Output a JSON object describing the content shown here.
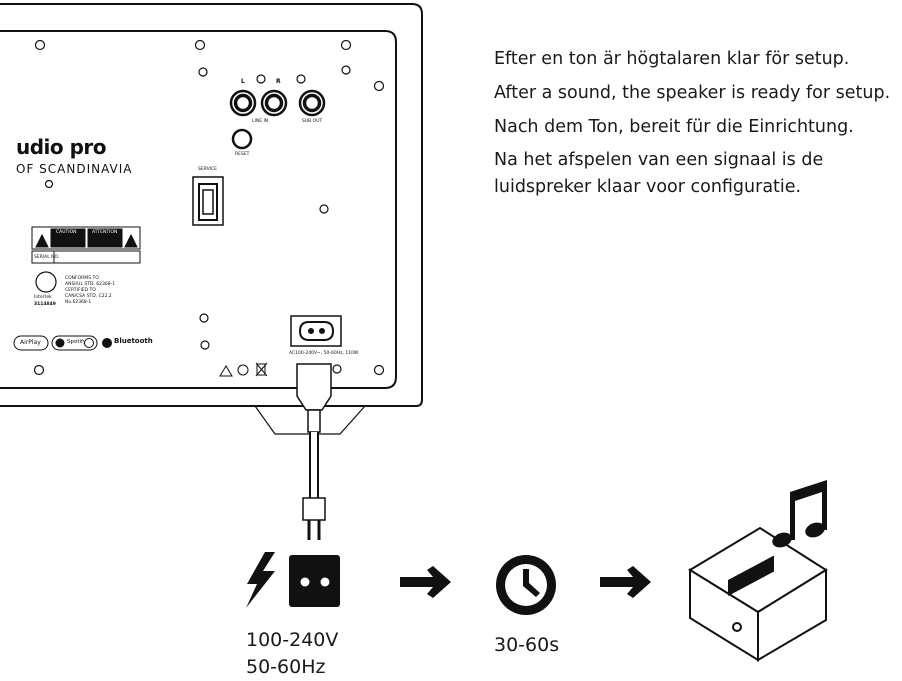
{
  "instructions": [
    "Efter en ton är högtalaren klar för setup.",
    "After a sound, the speaker is ready for setup.",
    "Nach dem Ton, bereit für die Einrichtung.",
    "Na het afspelen van een signaal is de",
    "luidspreker klaar voor configuratie."
  ],
  "panel": {
    "brand": "udio pro",
    "brand_sub": "OF SCANDINAVIA",
    "label_l": "L",
    "label_r": "R",
    "label_line_in": "LINE IN",
    "label_sub_out": "SUB OUT",
    "label_reset": "RESET",
    "label_service": "SERVICE",
    "caution": "CAUTION",
    "attention": "ATTENTION",
    "serial_label": "SERIAL NO.",
    "conforms": "CONFORMS TO",
    "conforms_std": "ANSI/UL STD. 62368-1",
    "certified": "CERTIFIED TO",
    "certified_std": "CAN/CSA STD. C22.2",
    "certified_no": "No.62368-1",
    "intertek": "Intertek",
    "intertek_no": "3114849",
    "airplay": "AirPlay",
    "spotify": "Spotify",
    "bluetooth": "Bluetooth",
    "power_rating": "AC100-240V~, 50-60Hz, 110W"
  },
  "steps": {
    "voltage": "100-240V",
    "frequency": "50-60Hz",
    "wait_time": "30-60s"
  },
  "icons": {
    "power": "lightning-icon",
    "outlet": "power-outlet-icon",
    "arrow": "arrow-right-icon",
    "clock": "clock-icon",
    "speaker": "speaker-icon",
    "music": "music-note-icon"
  }
}
